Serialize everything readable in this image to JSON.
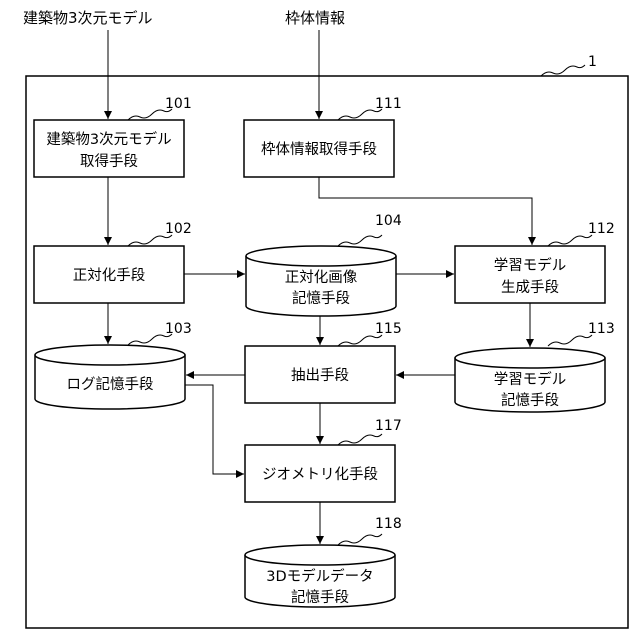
{
  "inputs": {
    "building_model": "建築物3次元モデル",
    "frame_info": "枠体情報"
  },
  "system": {
    "ref": "1"
  },
  "blocks": {
    "b101": {
      "ref": "101",
      "line1": "建築物3次元モデル",
      "line2": "取得手段"
    },
    "b111": {
      "ref": "111",
      "line1": "枠体情報取得手段"
    },
    "b102": {
      "ref": "102",
      "line1": "正対化手段"
    },
    "b104": {
      "ref": "104",
      "line1": "正対化画像",
      "line2": "記憶手段"
    },
    "b112": {
      "ref": "112",
      "line1": "学習モデル",
      "line2": "生成手段"
    },
    "b103": {
      "ref": "103",
      "line1": "ログ記憶手段"
    },
    "b115": {
      "ref": "115",
      "line1": "抽出手段"
    },
    "b113": {
      "ref": "113",
      "line1": "学習モデル",
      "line2": "記憶手段"
    },
    "b117": {
      "ref": "117",
      "line1": "ジオメトリ化手段"
    },
    "b118": {
      "ref": "118",
      "line1": "3Dモデルデータ",
      "line2": "記憶手段"
    }
  }
}
